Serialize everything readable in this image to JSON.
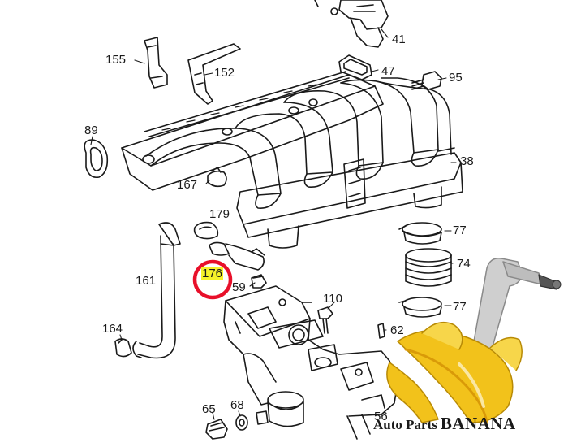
{
  "colors": {
    "line": "#1a1a1a",
    "highlight_marker": "#f6f22a",
    "circle_marker": "#e8102a",
    "banana_yellow": "#f2c21b",
    "banana_dark": "#d99a08",
    "arm_metal": "#cfcfcf"
  },
  "labels": [
    {
      "id": "41",
      "text": "41"
    },
    {
      "id": "155",
      "text": "155"
    },
    {
      "id": "152",
      "text": "152"
    },
    {
      "id": "47",
      "text": "47"
    },
    {
      "id": "95",
      "text": "95"
    },
    {
      "id": "89",
      "text": "89"
    },
    {
      "id": "38",
      "text": "38"
    },
    {
      "id": "167",
      "text": "167"
    },
    {
      "id": "179",
      "text": "179"
    },
    {
      "id": "77a",
      "text": "77"
    },
    {
      "id": "74",
      "text": "74"
    },
    {
      "id": "77b",
      "text": "77"
    },
    {
      "id": "176",
      "text": "176"
    },
    {
      "id": "59",
      "text": "59"
    },
    {
      "id": "161",
      "text": "161"
    },
    {
      "id": "110",
      "text": "110"
    },
    {
      "id": "62",
      "text": "62"
    },
    {
      "id": "164",
      "text": "164"
    },
    {
      "id": "65",
      "text": "65"
    },
    {
      "id": "68",
      "text": "68"
    },
    {
      "id": "56",
      "text": "56"
    }
  ],
  "highlighted_label": "176",
  "watermark": {
    "text_small": "Auto Parts",
    "text_big": "BANANA",
    "icon": "banana-control-arm-logo"
  }
}
